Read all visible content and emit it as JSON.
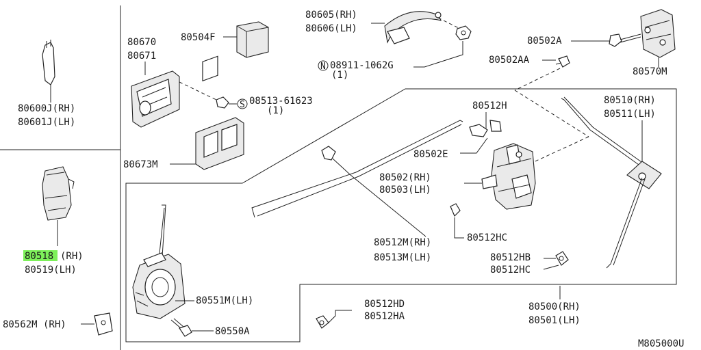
{
  "diagram_code": "M805000U",
  "labels": {
    "p80600J": "80600J(RH)",
    "p80601J": "80601J(LH)",
    "p80518_num": "80518",
    "p80518_side": "(RH)",
    "p80519": "80519(LH)",
    "p80562M": "80562M (RH)",
    "p80670": "80670",
    "p80671": "80671",
    "p80504F": "80504F",
    "p08513": "08513-61623",
    "p08513_qty": "(1)",
    "p80673M": "80673M",
    "p80605": "80605(RH)",
    "p80606": "80606(LH)",
    "p08911": "08911-1062G",
    "p08911_qty": "(1)",
    "p80502A": "80502A",
    "p80502AA": "80502AA",
    "p80570M": "80570M",
    "p80512H": "80512H",
    "p80510": "80510(RH)",
    "p80511": "80511(LH)",
    "p80502E": "80502E",
    "p80502": "80502(RH)",
    "p80503": "80503(LH)",
    "p80512M": "80512M(RH)",
    "p80513M": "80513M(LH)",
    "p80512HC_1": "80512HC",
    "p80512HB": "80512HB",
    "p80512HC_2": "80512HC",
    "p80551M": "80551M(LH)",
    "p80550A": "80550A",
    "p80512HD": "80512HD",
    "p80512HA": "80512HA",
    "p80500": "80500(RH)",
    "p80501": "80501(LH)"
  },
  "symbols": {
    "n_mark": "N",
    "s_mark": "S"
  },
  "highlight_color": "#7df05a"
}
